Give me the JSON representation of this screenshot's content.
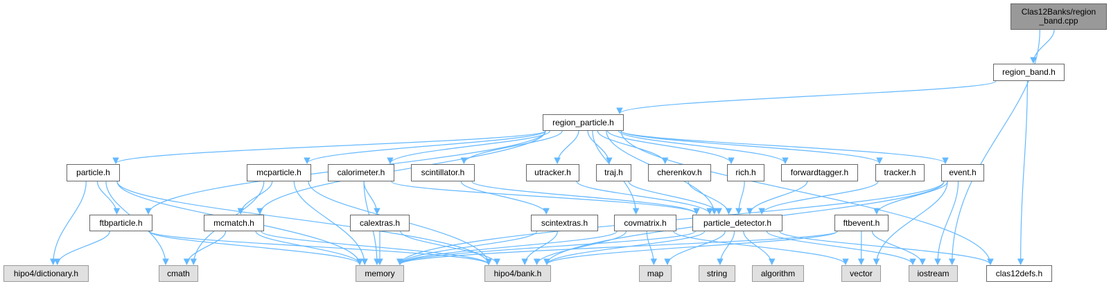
{
  "graph": {
    "edge_color": "#63b8ff",
    "nodes": {
      "cpp": {
        "label": "Clas12Banks/region\n_band.cpp",
        "kind": "root"
      },
      "region_band": {
        "label": "region_band.h",
        "kind": "file"
      },
      "region_particle": {
        "label": "region_particle.h",
        "kind": "file"
      },
      "particle": {
        "label": "particle.h",
        "kind": "file"
      },
      "mcparticle": {
        "label": "mcparticle.h",
        "kind": "file"
      },
      "calorimeter": {
        "label": "calorimeter.h",
        "kind": "file"
      },
      "scintillator": {
        "label": "scintillator.h",
        "kind": "file"
      },
      "utracker": {
        "label": "utracker.h",
        "kind": "file"
      },
      "traj": {
        "label": "traj.h",
        "kind": "file"
      },
      "cherenkov": {
        "label": "cherenkov.h",
        "kind": "file"
      },
      "rich": {
        "label": "rich.h",
        "kind": "file"
      },
      "forwardtagger": {
        "label": "forwardtagger.h",
        "kind": "file"
      },
      "tracker": {
        "label": "tracker.h",
        "kind": "file"
      },
      "event": {
        "label": "event.h",
        "kind": "file"
      },
      "ftbparticle": {
        "label": "ftbparticle.h",
        "kind": "file"
      },
      "mcmatch": {
        "label": "mcmatch.h",
        "kind": "file"
      },
      "calextras": {
        "label": "calextras.h",
        "kind": "file"
      },
      "scintextras": {
        "label": "scintextras.h",
        "kind": "file"
      },
      "covmatrix": {
        "label": "covmatrix.h",
        "kind": "file"
      },
      "particle_detector": {
        "label": "particle_detector.h",
        "kind": "file"
      },
      "ftbevent": {
        "label": "ftbevent.h",
        "kind": "file"
      },
      "dictionary": {
        "label": "hipo4/dictionary.h",
        "kind": "sys"
      },
      "cmath": {
        "label": "cmath",
        "kind": "sys"
      },
      "memory": {
        "label": "memory",
        "kind": "sys"
      },
      "bank": {
        "label": "hipo4/bank.h",
        "kind": "sys"
      },
      "map": {
        "label": "map",
        "kind": "sys"
      },
      "string": {
        "label": "string",
        "kind": "sys"
      },
      "algorithm": {
        "label": "algorithm",
        "kind": "sys"
      },
      "vector": {
        "label": "vector",
        "kind": "sys"
      },
      "iostream": {
        "label": "iostream",
        "kind": "sys"
      },
      "clas12defs": {
        "label": "clas12defs.h",
        "kind": "file"
      }
    },
    "edges": [
      [
        "cpp",
        "region_band"
      ],
      [
        "cpp",
        "iostream"
      ],
      [
        "region_band",
        "region_particle"
      ],
      [
        "region_band",
        "clas12defs"
      ],
      [
        "region_particle",
        "particle"
      ],
      [
        "region_particle",
        "ftbparticle"
      ],
      [
        "region_particle",
        "mcparticle"
      ],
      [
        "region_particle",
        "mcmatch"
      ],
      [
        "region_particle",
        "calorimeter"
      ],
      [
        "region_particle",
        "scintillator"
      ],
      [
        "region_particle",
        "utracker"
      ],
      [
        "region_particle",
        "traj"
      ],
      [
        "region_particle",
        "cherenkov"
      ],
      [
        "region_particle",
        "rich"
      ],
      [
        "region_particle",
        "forwardtagger"
      ],
      [
        "region_particle",
        "tracker"
      ],
      [
        "region_particle",
        "event"
      ],
      [
        "region_particle",
        "particle_detector"
      ],
      [
        "region_particle",
        "clas12defs"
      ],
      [
        "region_particle",
        "covmatrix"
      ],
      [
        "particle",
        "dictionary"
      ],
      [
        "particle",
        "cmath"
      ],
      [
        "particle",
        "memory"
      ],
      [
        "particle",
        "ftbparticle"
      ],
      [
        "particle",
        "bank"
      ],
      [
        "ftbparticle",
        "dictionary"
      ],
      [
        "ftbparticle",
        "memory"
      ],
      [
        "ftbparticle",
        "bank"
      ],
      [
        "mcparticle",
        "cmath"
      ],
      [
        "mcparticle",
        "mcmatch"
      ],
      [
        "mcparticle",
        "memory"
      ],
      [
        "mcparticle",
        "bank"
      ],
      [
        "mcmatch",
        "cmath"
      ],
      [
        "mcmatch",
        "memory"
      ],
      [
        "mcmatch",
        "bank"
      ],
      [
        "calorimeter",
        "memory"
      ],
      [
        "calorimeter",
        "calextras"
      ],
      [
        "calorimeter",
        "particle_detector"
      ],
      [
        "calextras",
        "memory"
      ],
      [
        "calextras",
        "bank"
      ],
      [
        "scintillator",
        "scintextras"
      ],
      [
        "scintillator",
        "particle_detector"
      ],
      [
        "scintextras",
        "memory"
      ],
      [
        "scintextras",
        "bank"
      ],
      [
        "utracker",
        "particle_detector"
      ],
      [
        "traj",
        "particle_detector"
      ],
      [
        "cherenkov",
        "particle_detector"
      ],
      [
        "rich",
        "particle_detector"
      ],
      [
        "forwardtagger",
        "particle_detector"
      ],
      [
        "tracker",
        "particle_detector"
      ],
      [
        "event",
        "memory"
      ],
      [
        "event",
        "bank"
      ],
      [
        "event",
        "ftbevent"
      ],
      [
        "event",
        "vector"
      ],
      [
        "event",
        "iostream"
      ],
      [
        "covmatrix",
        "memory"
      ],
      [
        "covmatrix",
        "bank"
      ],
      [
        "covmatrix",
        "map"
      ],
      [
        "covmatrix",
        "vector"
      ],
      [
        "particle_detector",
        "memory"
      ],
      [
        "particle_detector",
        "bank"
      ],
      [
        "particle_detector",
        "map"
      ],
      [
        "particle_detector",
        "string"
      ],
      [
        "particle_detector",
        "algorithm"
      ],
      [
        "particle_detector",
        "iostream"
      ],
      [
        "particle_detector",
        "clas12defs"
      ],
      [
        "ftbevent",
        "memory"
      ],
      [
        "ftbevent",
        "bank"
      ],
      [
        "ftbevent",
        "vector"
      ],
      [
        "ftbevent",
        "iostream"
      ]
    ]
  }
}
